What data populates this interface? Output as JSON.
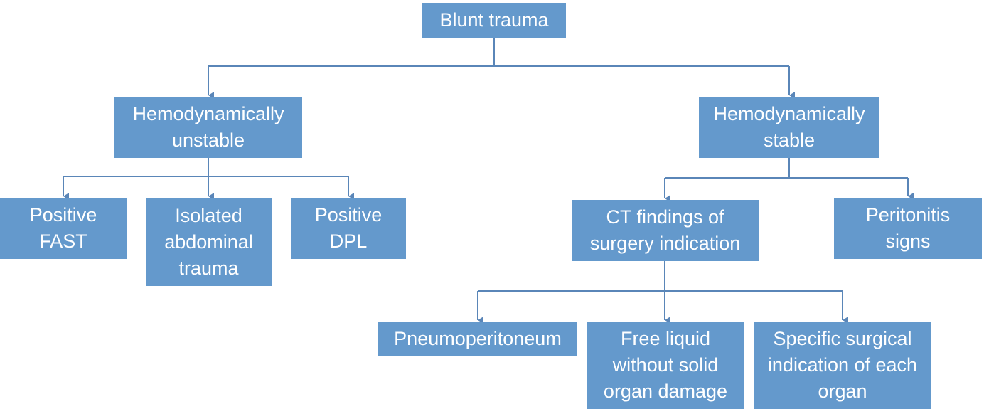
{
  "colors": {
    "box_fill": "#6499cc",
    "box_text": "#ffffff",
    "connector": "#5a86b8"
  },
  "nodes": {
    "root": "Blunt trauma",
    "unstable": "Hemodynamically\nunstable",
    "stable": "Hemodynamically\nstable",
    "positive_fast": "Positive\nFAST",
    "isolated_abdominal": "Isolated\nabdominal\ntrauma",
    "positive_dpl": "Positive\nDPL",
    "ct_findings": "CT findings of\nsurgery indication",
    "peritonitis": "Peritonitis\nsigns",
    "pneumoperitoneum": "Pneumoperitoneum",
    "free_liquid": "Free liquid\nwithout solid\norgan damage",
    "specific_surgical": "Specific surgical\nindication of each\norgan"
  },
  "edges": [
    [
      "root",
      "unstable"
    ],
    [
      "root",
      "stable"
    ],
    [
      "unstable",
      "positive_fast"
    ],
    [
      "unstable",
      "isolated_abdominal"
    ],
    [
      "unstable",
      "positive_dpl"
    ],
    [
      "stable",
      "ct_findings"
    ],
    [
      "stable",
      "peritonitis"
    ],
    [
      "ct_findings",
      "pneumoperitoneum"
    ],
    [
      "ct_findings",
      "free_liquid"
    ],
    [
      "ct_findings",
      "specific_surgical"
    ]
  ]
}
